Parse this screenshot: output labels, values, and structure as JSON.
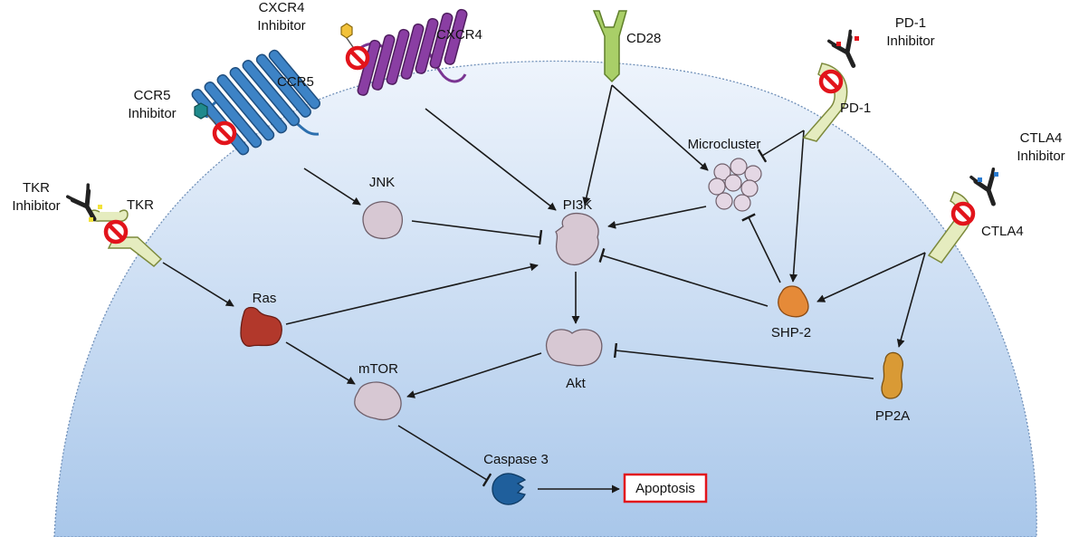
{
  "colors": {
    "cell_fill_top": "#eef4fc",
    "cell_fill_bottom": "#a9c7ea",
    "cell_border": "#6f8fb8",
    "neutral_protein": "#d7c8d3",
    "ras": "#b2382b",
    "shp2": "#e58a38",
    "pp2a": "#d99a35",
    "caspase": "#1f5f9c",
    "ccr5": "#3d83c6",
    "cxcr4": "#8a3ea3",
    "cd28": "#a9cf68",
    "inhibitor_sign": "#e2141b",
    "apoptosis_border": "#e2141b"
  },
  "icons": {
    "inhibitor": "prohibition-sign-icon",
    "antibody": "antibody-y-icon",
    "receptor_helix": "seven-transmembrane-receptor-icon",
    "small_molecule": "hexagon-molecule-icon",
    "protein": "protein-blob-icon",
    "microcluster": "sphere-cluster-icon"
  },
  "labels": {
    "cxcr4_inhibitor": [
      "CXCR4",
      "Inhibitor"
    ],
    "cxcr4": "CXCR4",
    "ccr5_inhibitor": [
      "CCR5",
      "Inhibitor"
    ],
    "ccr5": "CCR5",
    "cd28": "CD28",
    "pd1_inhibitor": [
      "PD-1",
      "Inhibitor"
    ],
    "pd1": "PD-1",
    "ctla4_inhibitor": [
      "CTLA4",
      "Inhibitor"
    ],
    "ctla4": "CTLA4",
    "tkr_inhibitor": [
      "TKR",
      "Inhibitor"
    ],
    "tkr": "TKR",
    "jnk": "JNK",
    "pi3k": "PI3K",
    "microcluster": "Microcluster",
    "ras": "Ras",
    "akt": "Akt",
    "shp2": "SHP-2",
    "mtor": "mTOR",
    "pp2a": "PP2A",
    "caspase3": "Caspase 3",
    "apoptosis": "Apoptosis"
  },
  "edges": [
    {
      "id": "tkr-ras",
      "from": "TKR",
      "to": "Ras",
      "type": "activation"
    },
    {
      "id": "ccr5-jnk",
      "from": "CCR5",
      "to": "JNK",
      "type": "activation"
    },
    {
      "id": "cxcr4-pi3k",
      "from": "CXCR4",
      "to": "PI3K",
      "type": "activation"
    },
    {
      "id": "cd28-pi3k",
      "from": "CD28",
      "to": "PI3K",
      "type": "activation"
    },
    {
      "id": "cd28-microcluster",
      "from": "CD28",
      "to": "Microcluster",
      "type": "activation"
    },
    {
      "id": "pd1-microcluster",
      "from": "PD-1",
      "to": "Microcluster",
      "type": "inhibition"
    },
    {
      "id": "pd1-shp2",
      "from": "PD-1",
      "to": "SHP-2",
      "type": "activation"
    },
    {
      "id": "microcluster-pi3k",
      "from": "Microcluster",
      "to": "PI3K",
      "type": "activation"
    },
    {
      "id": "shp2-microcluster",
      "from": "SHP-2",
      "to": "Microcluster",
      "type": "inhibition"
    },
    {
      "id": "jnk-pi3k",
      "from": "JNK",
      "to": "PI3K",
      "type": "inhibition"
    },
    {
      "id": "ras-pi3k",
      "from": "Ras",
      "to": "PI3K",
      "type": "activation"
    },
    {
      "id": "shp2-pi3k",
      "from": "SHP-2",
      "to": "PI3K",
      "type": "inhibition"
    },
    {
      "id": "pi3k-akt",
      "from": "PI3K",
      "to": "Akt",
      "type": "activation"
    },
    {
      "id": "ctla4-shp2",
      "from": "CTLA4",
      "to": "SHP-2",
      "type": "activation"
    },
    {
      "id": "ctla4-pp2a",
      "from": "CTLA4",
      "to": "PP2A",
      "type": "activation"
    },
    {
      "id": "pp2a-akt",
      "from": "PP2A",
      "to": "Akt",
      "type": "inhibition"
    },
    {
      "id": "ras-mtor",
      "from": "Ras",
      "to": "mTOR",
      "type": "activation"
    },
    {
      "id": "akt-mtor",
      "from": "Akt",
      "to": "mTOR",
      "type": "activation"
    },
    {
      "id": "mtor-caspase3",
      "from": "mTOR",
      "to": "Caspase 3",
      "type": "inhibition"
    },
    {
      "id": "caspase3-apoptosis",
      "from": "Caspase 3",
      "to": "Apoptosis",
      "type": "activation"
    }
  ]
}
